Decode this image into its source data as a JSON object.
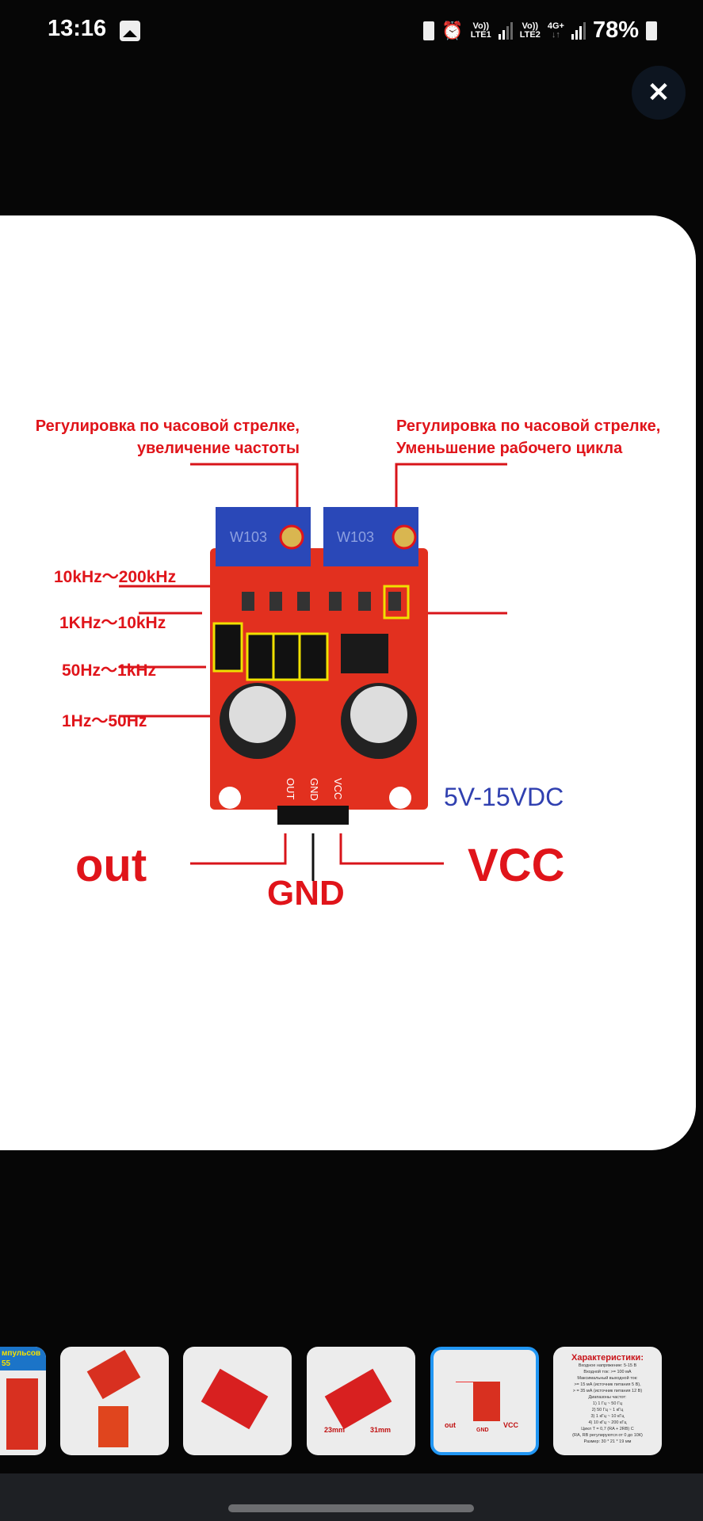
{
  "status_bar": {
    "time": "13:16",
    "sim1": {
      "volte": "Vo))",
      "network": "LTE1"
    },
    "sim2": {
      "volte": "Vo))",
      "network": "LTE2",
      "data": "4G+"
    },
    "battery": "78%",
    "icons": [
      "gallery-icon",
      "battery-saver-icon",
      "alarm-icon",
      "signal-icon",
      "battery-icon"
    ]
  },
  "viewer": {
    "close_label": "✕"
  },
  "image": {
    "caption_left": [
      "Регулировка по часовой стрелке,",
      "увеличение частоты"
    ],
    "caption_right": [
      "Регулировка по часовой стрелке,",
      "Уменьшение рабочего цикла"
    ],
    "ranges": [
      "10kHz～200kHz",
      "1KHz～10kHz",
      "50Hz～1kHz",
      "1Hz～50Hz"
    ],
    "voltage": "5V-15VDC",
    "pins": [
      "out",
      "GND",
      "VCC"
    ],
    "pin_silk": [
      "OUT",
      "GND",
      "VCC"
    ],
    "pot_text": "W103"
  },
  "thumbnails": {
    "first_partial": [
      "мпульсов",
      "55"
    ],
    "selected_index": 4,
    "sixth": {
      "title": "Характеристики:",
      "lines": [
        "Входное напряжение: 5-15 В",
        "Входной ток: >= 100 мА",
        "Максимальный выходной ток:",
        ">= 15 мА (источник питания 5 В),",
        "> = 35 мА (источник питания 12 В)",
        "Диапазоны частот:",
        "1) 1 Гц ~ 50 Гц",
        "2) 50 Гц ~ 1 кГц",
        "3) 1 кГц ~ 10 кГц",
        "4) 10 кГц ~ 200 кГц",
        "Цикл T = 0,7 (RA + 2RB) C",
        "(RA, RB регулируются от 0 до 10К)",
        "Размер: 30 * 21 * 19 мм"
      ]
    },
    "dims": [
      "23mm",
      "31mm"
    ]
  }
}
